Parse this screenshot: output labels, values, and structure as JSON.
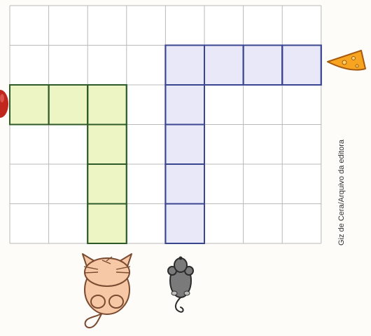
{
  "grid": {
    "columns": 8,
    "rows": 6,
    "line_color": "#b9b9b9"
  },
  "paths": [
    {
      "id": "cat-path",
      "fill": "#eef5c4",
      "stroke": "#2f5a2a",
      "cells": [
        [
          0,
          2
        ],
        [
          1,
          2
        ],
        [
          2,
          2
        ],
        [
          2,
          3
        ],
        [
          2,
          4
        ],
        [
          2,
          5
        ]
      ]
    },
    {
      "id": "mouse-path",
      "fill": "#e8e8f8",
      "stroke": "#3a4790",
      "cells": [
        [
          4,
          1
        ],
        [
          5,
          1
        ],
        [
          6,
          1
        ],
        [
          7,
          1
        ],
        [
          4,
          2
        ],
        [
          4,
          3
        ],
        [
          4,
          4
        ],
        [
          4,
          5
        ]
      ]
    }
  ],
  "characters": {
    "cat": {
      "icon": "cat-icon",
      "fill": "#f6c8a6",
      "stroke": "#7a4b30"
    },
    "mouse": {
      "icon": "mouse-icon",
      "fill": "#7a7a7a",
      "stroke": "#2c2c2c"
    },
    "cheese": {
      "icon": "cheese-icon",
      "fill": "#f7a520",
      "stroke": "#a55a10"
    },
    "apple": {
      "icon": "apple-icon",
      "fill": "#c0281d"
    }
  },
  "credit": "Giz de Cera/Arquivo da editora"
}
